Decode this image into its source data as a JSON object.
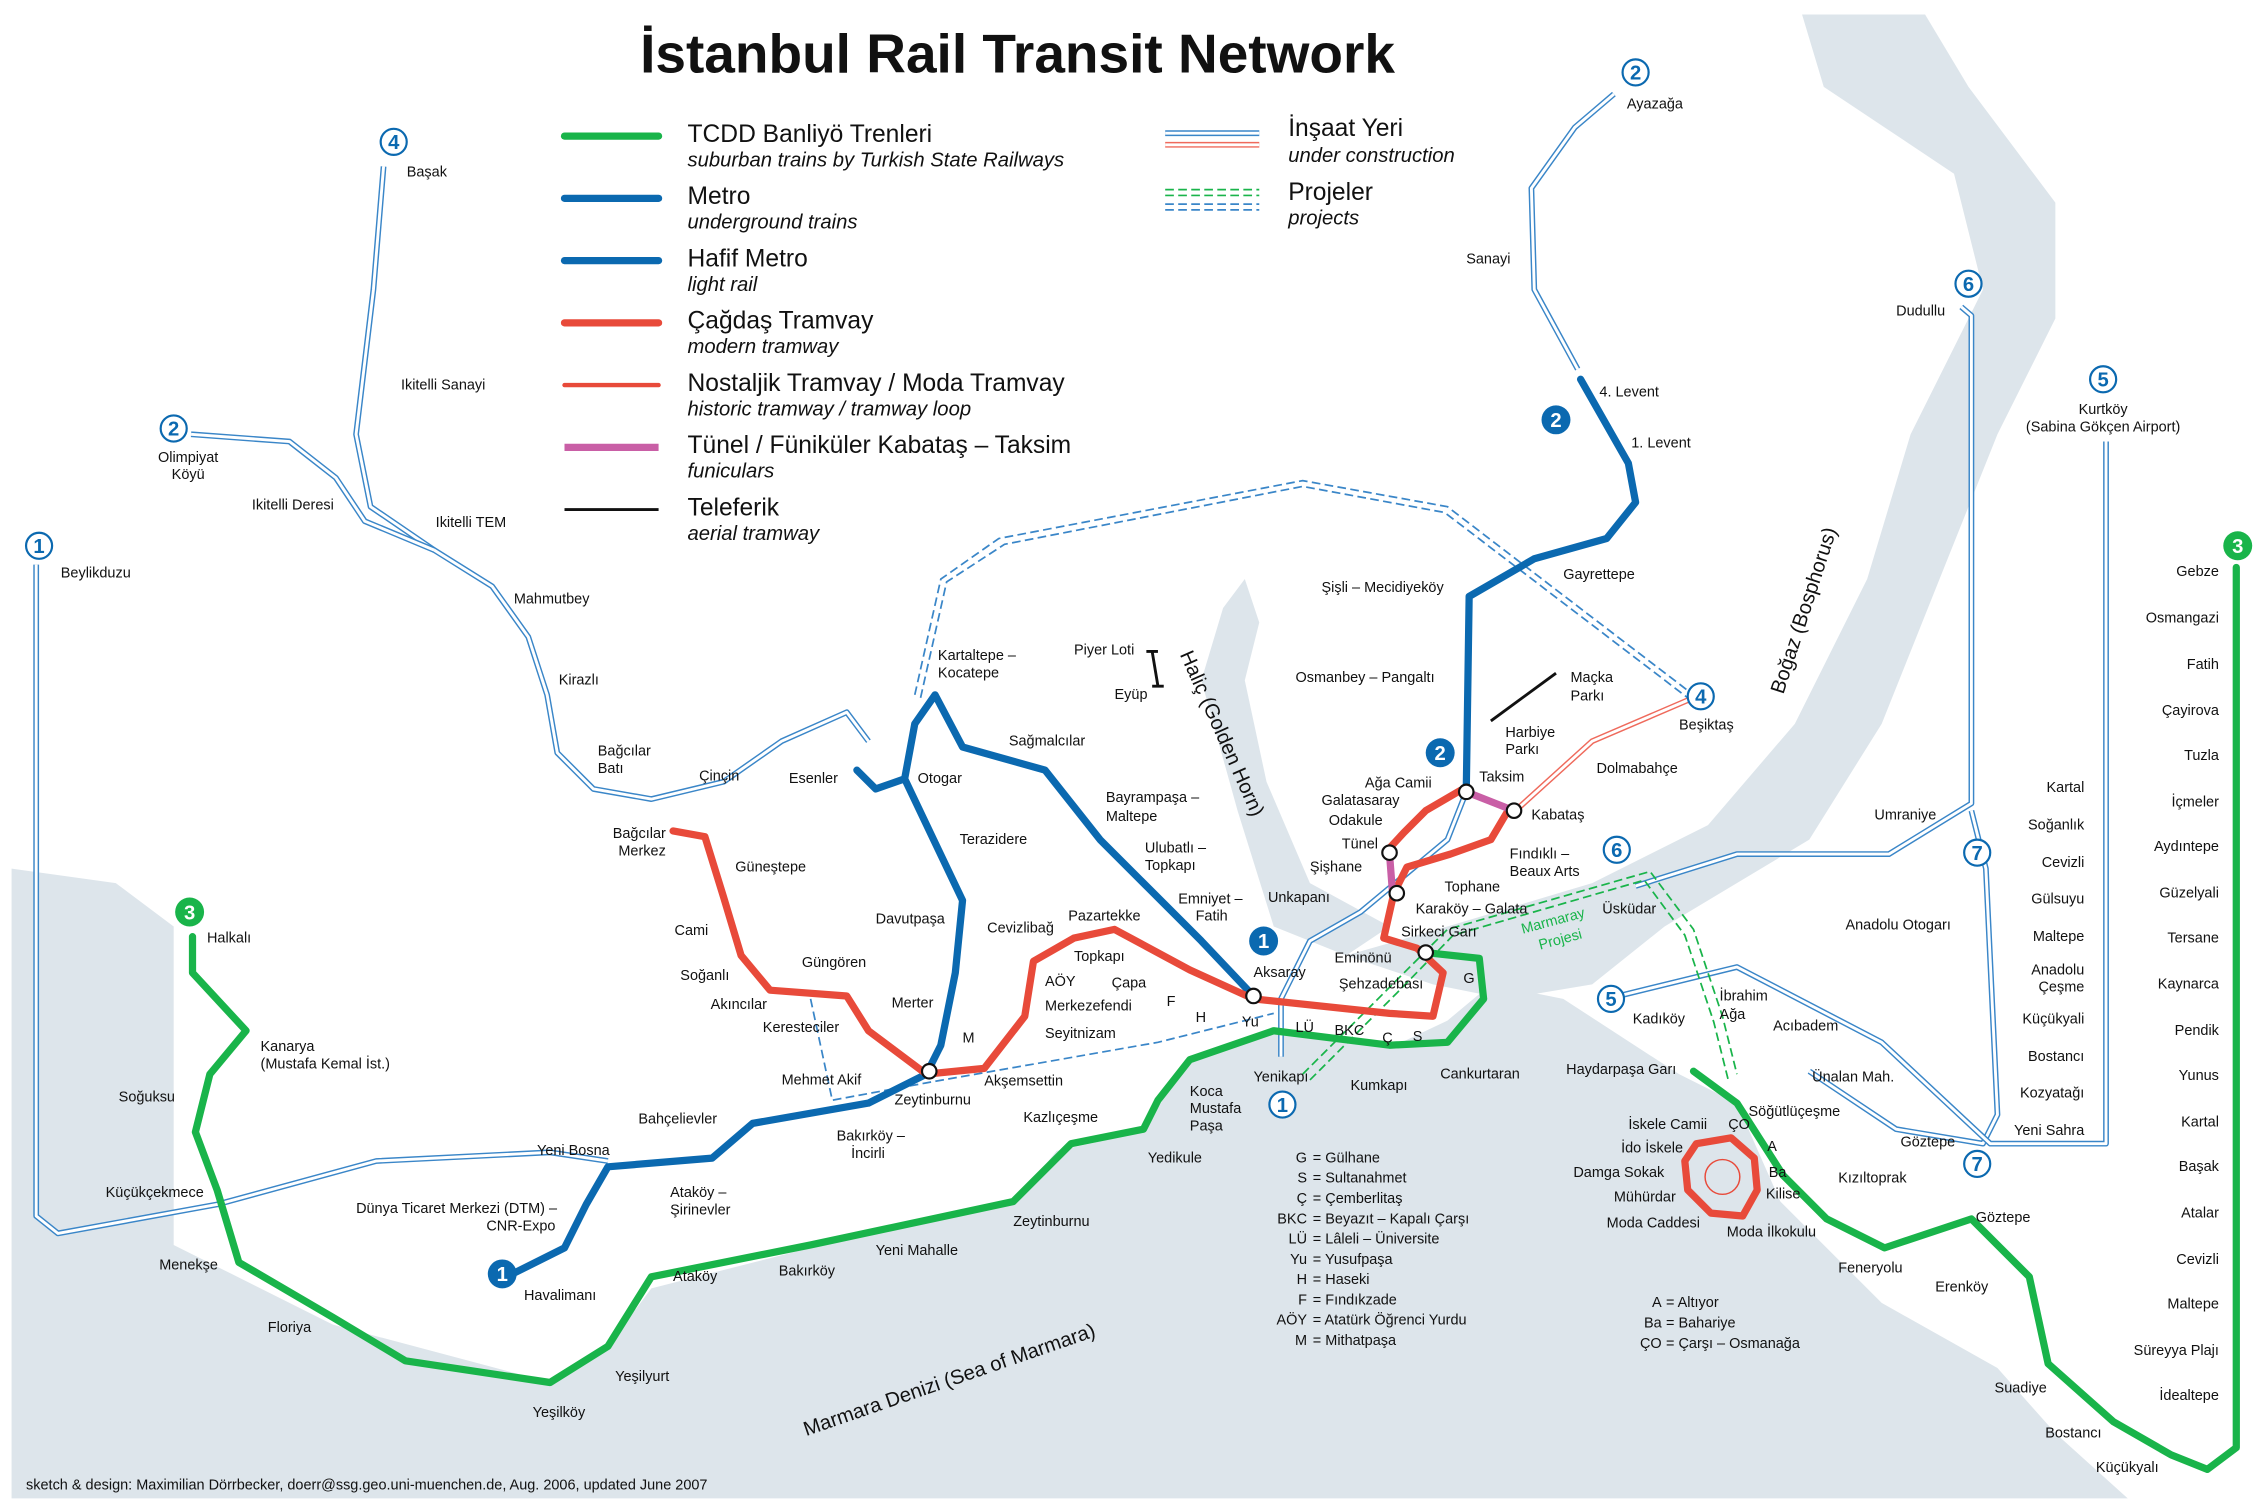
{
  "title": "İstanbul Rail Transit Network",
  "colors": {
    "suburban": "#19b44a",
    "metro": "#0b69b0",
    "tram": "#e84a3a",
    "funicular": "#c95fa6",
    "aerial": "#111111",
    "construction": "#3a86c8",
    "water": "#dde5eb"
  },
  "legend": {
    "items": [
      {
        "name": "TCDD Banliyö Trenleri",
        "sub": "suburban trains by Turkish State Railways"
      },
      {
        "name": "Metro",
        "sub": "underground trains"
      },
      {
        "name": "Hafif Metro",
        "sub": "light rail"
      },
      {
        "name": "Çağdaş Tramvay",
        "sub": "modern tramway"
      },
      {
        "name": "Nostaljik Tramvay / Moda Tramvay",
        "sub": "historic tramway / tramway loop"
      },
      {
        "name": "Tünel / Füniküler Kabataş – Taksim",
        "sub": "funiculars"
      },
      {
        "name": "Teleferik",
        "sub": "aerial tramway"
      }
    ],
    "extra": [
      {
        "name": "İnşaat Yeri",
        "sub": "under construction"
      },
      {
        "name": "Projeler",
        "sub": "projects"
      }
    ]
  },
  "badges": [
    "4",
    "2",
    "1",
    "3",
    "1",
    "1",
    "1",
    "2",
    "2",
    "2",
    "4",
    "6",
    "6",
    "5",
    "5",
    "7",
    "7",
    "3"
  ],
  "g3w": [
    "Halkalı",
    "Kanarya",
    "(Mustafa Kemal İst.)",
    "Soğuksu",
    "Küçükçekmece",
    "Menekşe",
    "Floriya",
    "Yeşilköy",
    "Yeşilyurt",
    "Ataköy",
    "Bakırköy",
    "Yeni Mahalle",
    "Zeytinburnu",
    "Kazlıçeşme",
    "Yedikule",
    "Koca",
    "Mustafa",
    "Paşa",
    "Yenikapı",
    "Kumkapı",
    "Cankurtaran",
    "Sirkeci Garı"
  ],
  "g3e": [
    "Haydarpaşa Garı",
    "Söğütlüçeşme",
    "Kızıltoprak",
    "Feneryolu",
    "Göztepe",
    "Erenköy",
    "Suadiye",
    "Bostancı",
    "Küçükyalı",
    "Gebze",
    "Osmangazi",
    "Fatih",
    "Çayirova",
    "Tuzla",
    "İçmeler",
    "Aydıntepe",
    "Güzelyali",
    "Tersane",
    "Kaynarca",
    "Pendik",
    "Yunus",
    "Kartal",
    "Başak",
    "Atalar",
    "Cevizli",
    "Maltepe",
    "Süreyya Plajı",
    "İdealtepe"
  ],
  "m1": [
    "Aksaray",
    "Emniyet –",
    "Fatih",
    "Ulubatlı –",
    "Topkapı",
    "Bayrampaşa –",
    "Maltepe",
    "Sağmalcılar",
    "Kartaltepe –",
    "Kocatepe",
    "Otogar",
    "Esenler",
    "Terazidere",
    "Davutpaşa",
    "Merter",
    "Zeytinburnu",
    "Bakırköy –",
    "İncirli",
    "Ataköy –",
    "Şirinevler",
    "Bahçelievler",
    "Yeni Bosna",
    "Dünya Ticaret Merkezi (DTM) –",
    "CNR-Expo",
    "Havalimanı"
  ],
  "m2": [
    "Ayazağa",
    "Sanayi",
    "4. Levent",
    "1. Levent",
    "Gayrettepe",
    "Şişli – Mecidiyeköy",
    "Osmanbey – Pangaltı",
    "Taksim"
  ],
  "uc": [
    "Başak",
    "Ikitelli Sanayi",
    "Olimpiyat",
    "Köyü",
    "Ikitelli Deresi",
    "Ikitelli TEM",
    "Mahmutbey",
    "Kirazlı",
    "Bağcılar",
    "Batı",
    "Çinçin",
    "Beylikduzu",
    "Beşiktaş",
    "Dolmabahçe",
    "Dudullu",
    "Umraniye",
    "Anadolu Otogarı",
    "Üsküdar",
    "Kadıköy",
    "İbrahim",
    "Ağa",
    "Acıbadem",
    "Ünalan Mah.",
    "Göztepe",
    "Kurtköy",
    "(Sabina Gökçen Airport)",
    "Kartal",
    "Soğanlık",
    "Cevizli",
    "Gülsuyu",
    "Maltepe",
    "Anadolu",
    "Çeşme",
    "Küçükyali",
    "Bostancı",
    "Kozyatağı",
    "Yeni Sahra"
  ],
  "t1": [
    "Bağcılar",
    "Merkez",
    "Güneştepe",
    "Cami",
    "Soğanlı",
    "Güngören",
    "Akıncılar",
    "Keresteciler",
    "Mehmet Akif",
    "Akşemsettin",
    "M",
    "Seyitnizam",
    "Merkezefendi",
    "AÖY",
    "Cevizlibağ",
    "Topkapı",
    "Pazartekke",
    "Çapa",
    "F",
    "H",
    "Yu",
    "LÜ",
    "BKC",
    "Ç",
    "S",
    "G",
    "Şehzadebası",
    "Eminönü",
    "Karaköy – Galata",
    "Tophane",
    "Fındıklı –",
    "Beaux Arts",
    "Kabataş"
  ],
  "t2": [
    "Ağa Camii",
    "Galatasaray",
    "Odakule",
    "Tünel",
    "Şişhane",
    "Unkapanı"
  ],
  "tel": [
    "Piyer Loti",
    "Eyüp",
    "Maçka",
    "Parkı",
    "Harbiye",
    "Parkı"
  ],
  "moda": [
    "İskele Camii",
    "ÇO",
    "İdo İskele",
    "A",
    "Damga Sokak",
    "Ba",
    "Mühürdar",
    "Kilise",
    "Moda Caddesi",
    "Moda İlkokulu"
  ],
  "abbrev": [
    {
      "k": "G",
      "v": "= Gülhane"
    },
    {
      "k": "S",
      "v": "= Sultanahmet"
    },
    {
      "k": "Ç",
      "v": "= Çemberlitaş"
    },
    {
      "k": "BKC",
      "v": "= Beyazıt – Kapalı Çarşı"
    },
    {
      "k": "LÜ",
      "v": "= Lâleli – Üniversite"
    },
    {
      "k": "Yu",
      "v": "= Yusufpaşa"
    },
    {
      "k": "H",
      "v": "= Haseki"
    },
    {
      "k": "F",
      "v": "= Fındıkzade"
    },
    {
      "k": "AÖY",
      "v": "= Atatürk Öğrenci Yurdu"
    },
    {
      "k": "M",
      "v": "= Mithatpaşa"
    }
  ],
  "abbrev2": [
    {
      "k": "A",
      "v": "= Altıyor"
    },
    {
      "k": "Ba",
      "v": "= Bahariye"
    },
    {
      "k": "ÇO",
      "v": "= Çarşı – Osmanağa"
    }
  ],
  "water": {
    "sea": "Marmara Denizi (Sea of Marmara)",
    "horn": "Haliç (Golden Horn)",
    "bosphorus": "Boğaz (Bosphorus)",
    "marmaray": [
      "Marmaray",
      "Projesi"
    ]
  },
  "credit": "sketch & design: Maximilian Dörrbecker, doerr@ssg.geo.uni-muenchen.de, Aug. 2006, updated June 2007"
}
